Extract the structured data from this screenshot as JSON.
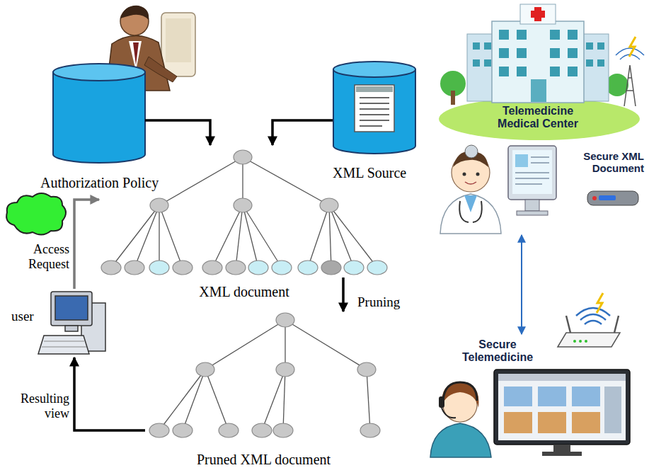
{
  "diagram": {
    "nodes": [
      {
        "text": [
          "Authorization Policy"
        ]
      },
      {
        "text": [
          "XML Source"
        ]
      },
      {
        "text": [
          "XML document"
        ]
      },
      {
        "text": [
          "Pruned XML document"
        ]
      },
      {
        "text": [
          "user"
        ]
      },
      {
        "text": [
          "Telemedicine Medical Center"
        ]
      },
      {
        "text": [
          "Secure Telemedicine"
        ]
      }
    ],
    "edges": [
      {
        "from": 0,
        "to": 2,
        "arrow": "to"
      },
      {
        "from": 1,
        "to": 2,
        "arrow": "to"
      },
      {
        "from": 2,
        "to": 3,
        "label": "Pruning",
        "arrow": "to"
      },
      {
        "from": 4,
        "to": 2,
        "label": "Access Request",
        "arrow": "to"
      },
      {
        "from": 3,
        "to": 4,
        "label": "Resulting view",
        "arrow": "to"
      },
      {
        "from": 5,
        "to": 6,
        "arrow": "both"
      }
    ],
    "labels": [
      "Secure XML Document"
    ]
  }
}
